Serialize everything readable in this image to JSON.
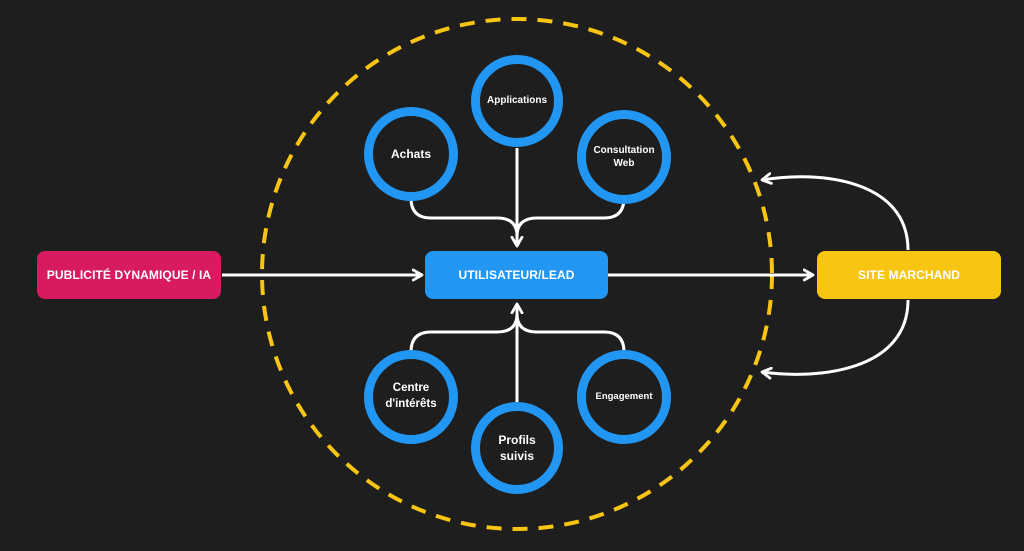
{
  "nodes": {
    "ad": {
      "label": "PUBLICITÉ DYNAMIQUE / IA",
      "color": "#d81b60"
    },
    "user": {
      "label": "UTILISATEUR/LEAD",
      "color": "#2196f3"
    },
    "site": {
      "label": "SITE MARCHAND",
      "color": "#f9c513"
    }
  },
  "bubbles": {
    "achats": "Achats",
    "applications": "Applications",
    "consultation": "Consultation\nWeb",
    "centre": "Centre\nd'intérêts",
    "profils": "Profils\nsuivis",
    "engagement": "Engagement"
  },
  "colors": {
    "background": "#1e1e1e",
    "bubble_border": "#2196f3",
    "dashed_circle": "#f9c513",
    "arrow": "#ffffff"
  }
}
